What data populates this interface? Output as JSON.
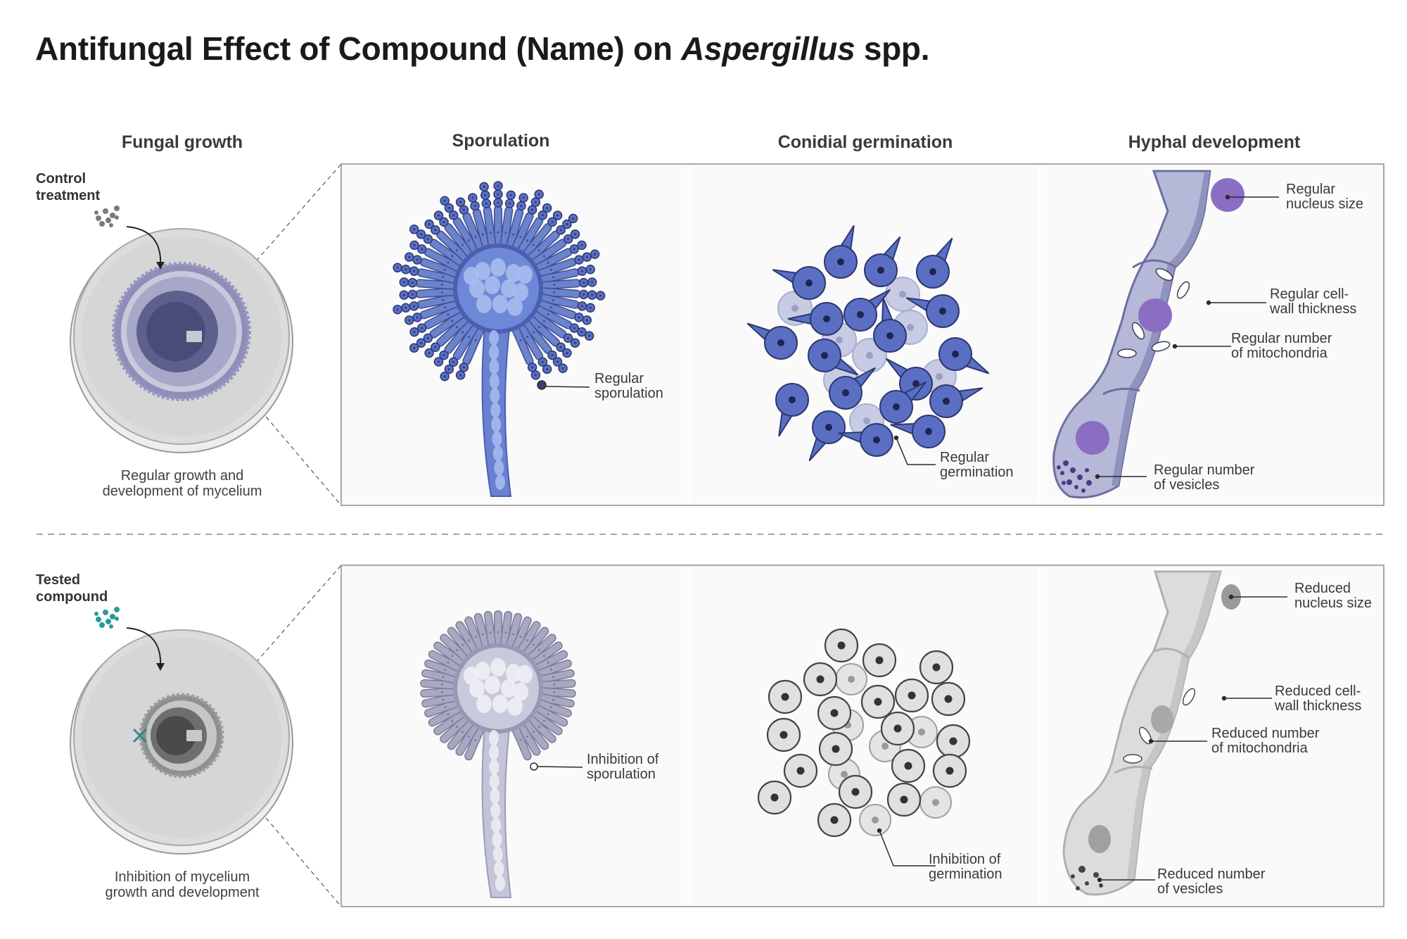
{
  "title": {
    "prefix": "Antifungal Effect of Compound (Name) on ",
    "genus": "Aspergillus",
    "suffix": " spp."
  },
  "columns": {
    "fungal_growth": "Fungal growth",
    "sporulation": "Sporulation",
    "germination": "Conidial germination",
    "hyphal": "Hyphal development"
  },
  "control": {
    "label_line1": "Control",
    "label_line2": "treatment",
    "caption_line1": "Regular growth and",
    "caption_line2": "development of mycelium",
    "sporulation_line1": "Regular",
    "sporulation_line2": "sporulation",
    "germination_line1": "Regular",
    "germination_line2": "germination",
    "nucleus_line1": "Regular",
    "nucleus_line2": "nucleus size",
    "wall_line1": "Regular cell-",
    "wall_line2": "wall thickness",
    "mito_line1": "Regular number",
    "mito_line2": "of mitochondria",
    "vesicle_line1": "Regular number",
    "vesicle_line2": "of vesicles"
  },
  "tested": {
    "label_line1": "Tested",
    "label_line2": "compound",
    "caption_line1": "Inhibition of mycelium",
    "caption_line2": "growth and development",
    "sporulation_line1": "Inhibition of",
    "sporulation_line2": "sporulation",
    "germination_line1": "Inhibition of",
    "germination_line2": "germination",
    "nucleus_line1": "Reduced",
    "nucleus_line2": "nucleus size",
    "wall_line1": "Reduced cell-",
    "wall_line2": "wall thickness",
    "mito_line1": "Reduced number",
    "mito_line2": "of mitochondria",
    "vesicle_line1": "Reduced number",
    "vesicle_line2": "of vesicles"
  },
  "colors": {
    "control_blue": "#5b6fc0",
    "control_hypha": "#a9acd0",
    "nucleus_purple": "#8d6fc4",
    "tested_gray": "#c9c9c9",
    "compound_teal": "#2a8c8c"
  }
}
